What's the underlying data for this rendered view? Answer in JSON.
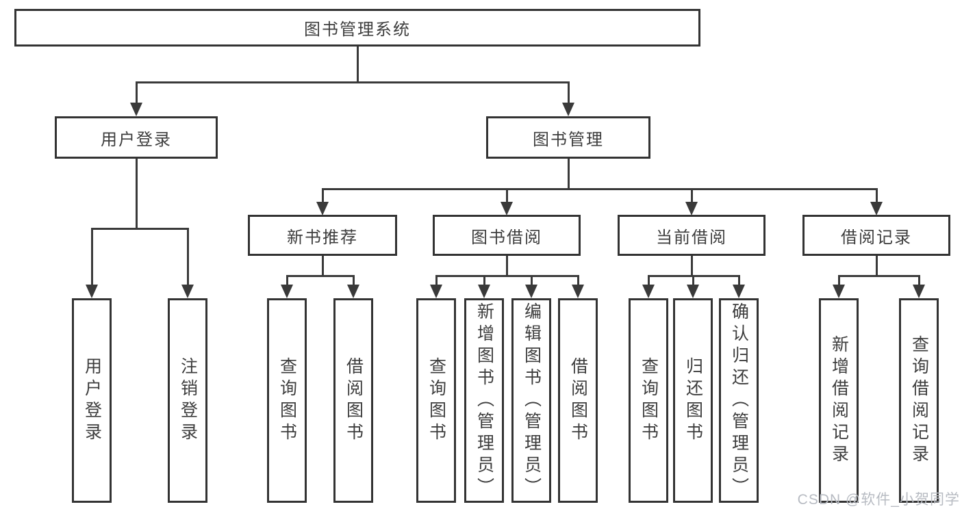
{
  "diagram": {
    "title": "图书管理系统",
    "branches": [
      {
        "label": "用户登录",
        "children": [
          {
            "label": "用户登录"
          },
          {
            "label": "注销登录"
          }
        ]
      },
      {
        "label": "图书管理",
        "children": [
          {
            "label": "新书推荐",
            "children": [
              {
                "label": "查询图书"
              },
              {
                "label": "借阅图书"
              }
            ]
          },
          {
            "label": "图书借阅",
            "children": [
              {
                "label": "查询图书"
              },
              {
                "label": "新增图书（管理员）"
              },
              {
                "label": "编辑图书（管理员）"
              },
              {
                "label": "借阅图书"
              }
            ]
          },
          {
            "label": "当前借阅",
            "children": [
              {
                "label": "查询图书"
              },
              {
                "label": "归还图书"
              },
              {
                "label": "确认归还（管理员）"
              }
            ]
          },
          {
            "label": "借阅记录",
            "children": [
              {
                "label": "新增借阅记录"
              },
              {
                "label": "查询借阅记录"
              }
            ]
          }
        ]
      }
    ]
  },
  "watermark": {
    "text": "CSDN @软件_小贺同学"
  },
  "colors": {
    "line": "#3a3a3a",
    "box_border": "#333333",
    "text": "#3d3d3d",
    "watermark_text": "#b7bbc2",
    "background": "#ffffff"
  }
}
